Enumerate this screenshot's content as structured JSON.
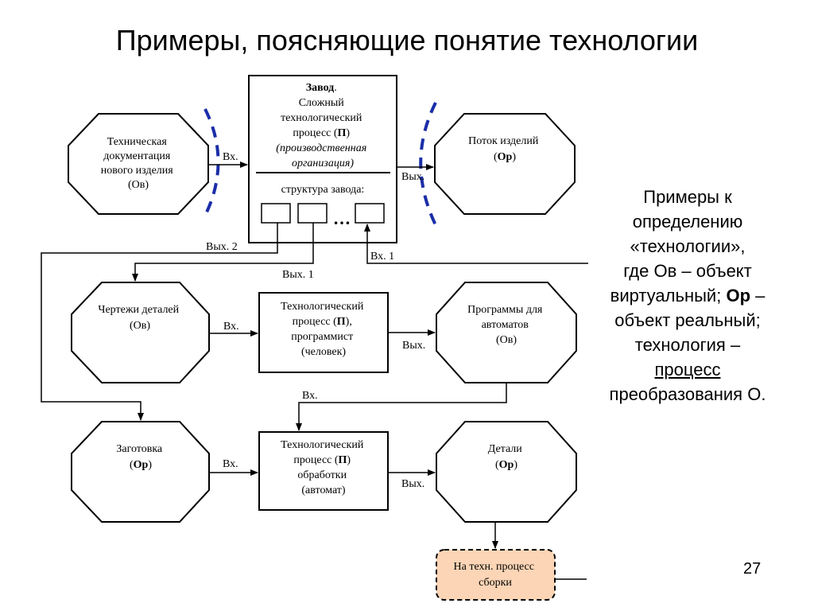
{
  "title": "Примеры, поясняющие понятие технологии",
  "factory": {
    "line1": "Завод",
    "line1_suffix": ".",
    "line2": "Сложный",
    "line3": "технологический",
    "line4_prefix": "процесс (",
    "line4_bold": "П",
    "line4_suffix": ")",
    "line5": "(производственная",
    "line6": "организация)",
    "structure_label": "структура завода:",
    "ellipsis": "…"
  },
  "nodes": {
    "tech_doc": [
      "Техническая",
      "документация",
      "нового изделия",
      "(Ов)"
    ],
    "product_flow": {
      "line1": "Поток изделий",
      "line2_prefix": "(",
      "line2_bold": "Ор",
      "line2_suffix": ")"
    },
    "part_drawings": [
      "Чертежи деталей",
      "(Ов)"
    ],
    "programmer_process": {
      "line1": "Технологический",
      "line2_prefix": "процесс (",
      "line2_bold": "П",
      "line2_suffix": "),",
      "line3": "программист",
      "line4": "(человек)"
    },
    "machine_programs": [
      "Программы для",
      "автоматов",
      "(Ов)"
    ],
    "blank": {
      "line1": "Заготовка",
      "line2_prefix": "(",
      "line2_bold": "Ор",
      "line2_suffix": ")"
    },
    "machining_process": {
      "line1": "Технологический",
      "line2_prefix": "процесс (",
      "line2_bold": "П",
      "line2_suffix": ")",
      "line3": "обработки",
      "line4": "(автомат)"
    },
    "parts": {
      "line1": "Детали",
      "line2_prefix": "(",
      "line2_bold": "Ор",
      "line2_suffix": ")"
    },
    "assembly": [
      "На техн. процесс",
      "сборки"
    ]
  },
  "labels": {
    "in": "Вх.",
    "out": "Вых.",
    "out1": "Вых. 1",
    "out2": "Вых. 2",
    "in1": "Вх. 1"
  },
  "side_note": {
    "l1": "Примеры к",
    "l2": "определению",
    "l3": "«технологии»,",
    "l4": "где Ов – объект",
    "l5_prefix": "виртуальный; ",
    "l5_bold": "Ор",
    "l5_suffix": " –",
    "l6": "объект реальный;",
    "l7": "технология –",
    "l8_underlined": "процесс",
    "l9": "преобразования О."
  },
  "page_number": "27",
  "colors": {
    "dashed_arc": "#1a2ea8",
    "assembly_fill": "#fbd5b5",
    "stroke": "#000000"
  }
}
